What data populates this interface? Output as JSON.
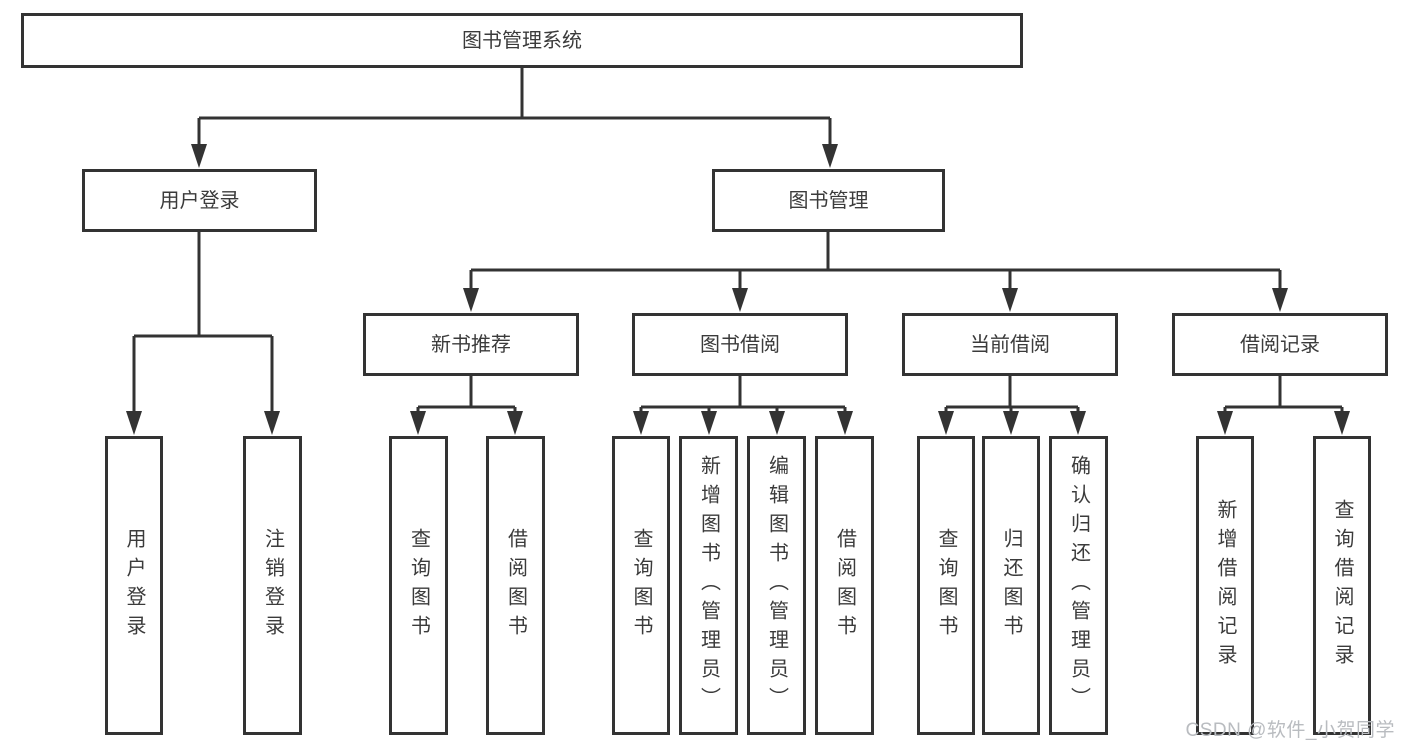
{
  "tree": {
    "label": "图书管理系统",
    "children": [
      {
        "label": "用户登录",
        "children": [
          {
            "label": "用户登录"
          },
          {
            "label": "注销登录"
          }
        ]
      },
      {
        "label": "图书管理",
        "children": [
          {
            "label": "新书推荐",
            "children": [
              {
                "label": "查询图书"
              },
              {
                "label": "借阅图书"
              }
            ]
          },
          {
            "label": "图书借阅",
            "children": [
              {
                "label": "查询图书"
              },
              {
                "label": "新增图书（管理员）"
              },
              {
                "label": "编辑图书（管理员）"
              },
              {
                "label": "借阅图书"
              }
            ]
          },
          {
            "label": "当前借阅",
            "children": [
              {
                "label": "查询图书"
              },
              {
                "label": "归还图书"
              },
              {
                "label": "确认归还（管理员）"
              }
            ]
          },
          {
            "label": "借阅记录",
            "children": [
              {
                "label": "新增借阅记录"
              },
              {
                "label": "查询借阅记录"
              }
            ]
          }
        ]
      }
    ]
  },
  "watermark": "CSDN @软件_小贺同学",
  "colors": {
    "line": "#333333",
    "text": "#3b3b3b",
    "box_fill": "#ffffff",
    "watermark": "#b9bcc0"
  }
}
